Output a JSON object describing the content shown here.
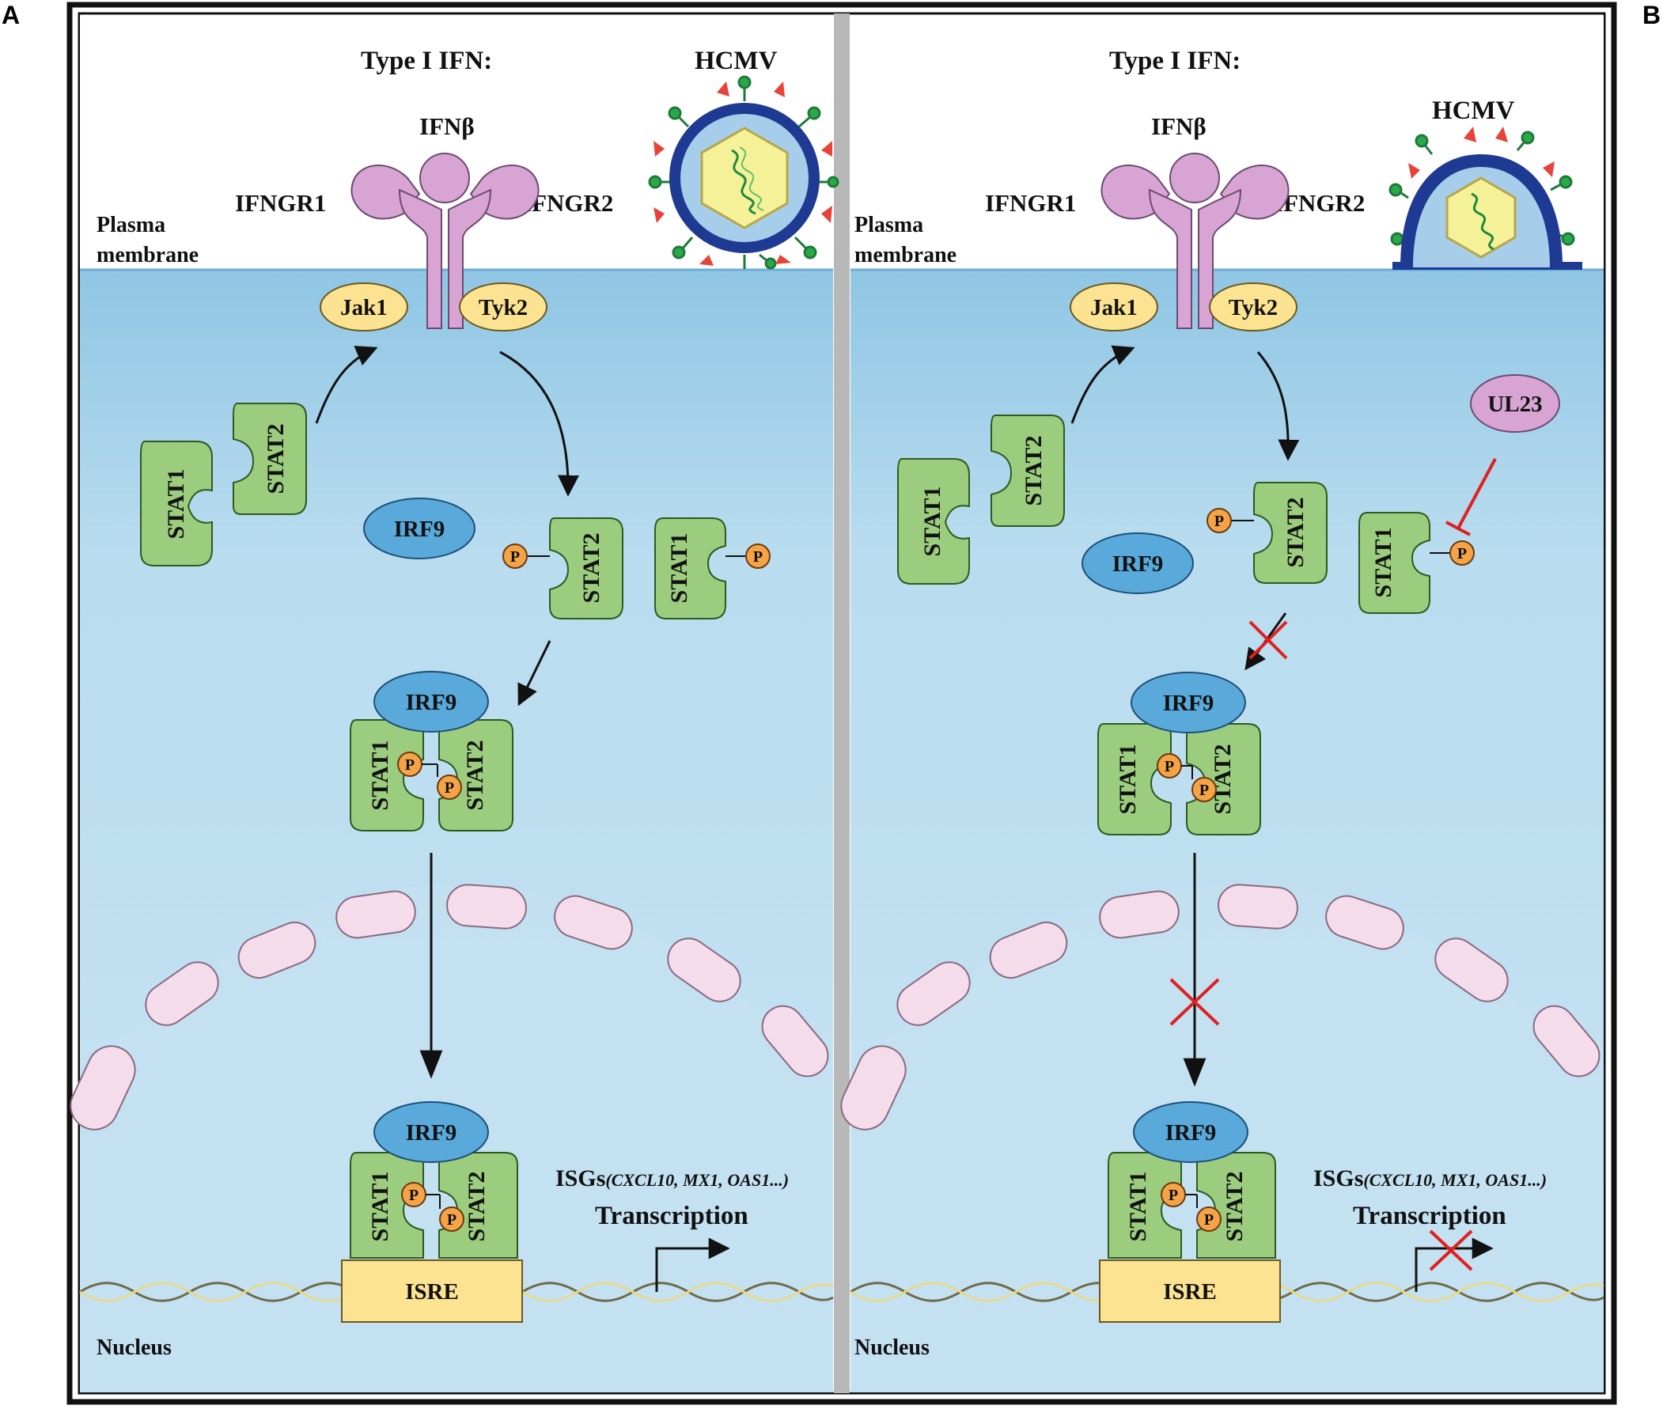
{
  "panels": {
    "a": {
      "letter": "A",
      "type1_ifn": "Type I IFN:",
      "ifn_beta": "IFNβ",
      "hcmv": "HCMV",
      "ifngr1": "IFNGR1",
      "ifngr2": "IFNGR2",
      "plasma1": "Plasma",
      "plasma2": "membrane",
      "jak1": "Jak1",
      "tyk2": "Tyk2",
      "stat1": "STAT1",
      "stat2": "STAT2",
      "irf9": "IRF9",
      "p": "P",
      "isre": "ISRE",
      "isgs": "ISGs",
      "isg_genes": "(CXCL10, MX1, OAS1...)",
      "transcription": "Transcription",
      "nucleus": "Nucleus"
    },
    "b": {
      "letter": "B",
      "type1_ifn": "Type I IFN:",
      "ifn_beta": "IFNβ",
      "hcmv": "HCMV",
      "ifngr1": "IFNGR1",
      "ifngr2": "IFNGR2",
      "plasma1": "Plasma",
      "plasma2": "membrane",
      "jak1": "Jak1",
      "tyk2": "Tyk2",
      "stat1": "STAT1",
      "stat2": "STAT2",
      "irf9": "IRF9",
      "ul23": "UL23",
      "p": "P",
      "isre": "ISRE",
      "isgs": "ISGs",
      "isg_genes": "(CXCL10, MX1, OAS1...)",
      "transcription": "Transcription",
      "nucleus": "Nucleus"
    }
  },
  "colors": {
    "cytoplasm": "#a9d3ea",
    "stat_green": "#9ccd7f",
    "irf9_blue": "#5aa9db",
    "jak_yellow": "#fce392",
    "receptor_pink": "#d7a4d4",
    "phospho_orange": "#f4a347",
    "inhibit_red": "#e02020",
    "virus_envelope": "#1f3a93"
  }
}
